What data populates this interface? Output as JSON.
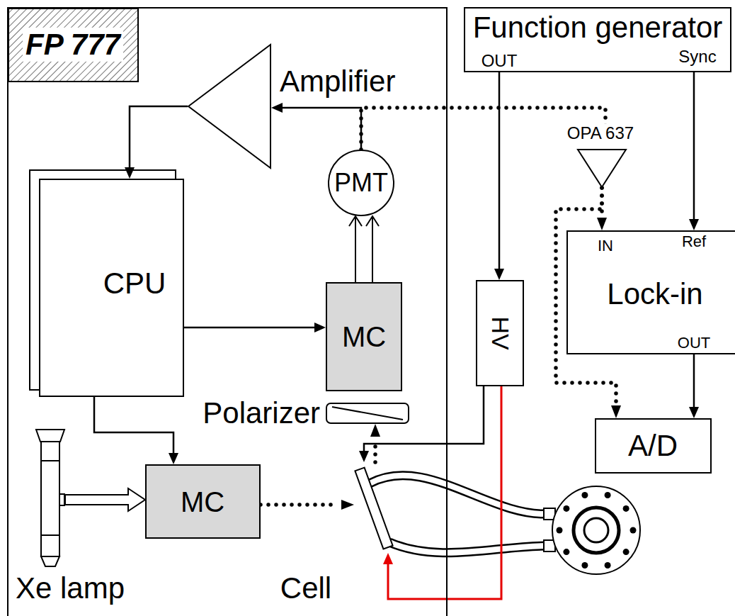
{
  "diagram": {
    "nodes": [
      {
        "text": [
          "FP 777"
        ]
      },
      {
        "text": [
          "Amplifier"
        ],
        "in": 0
      },
      {
        "text": [
          "PMT"
        ],
        "in": 0
      },
      {
        "text": [
          "CPU"
        ],
        "in": 0
      },
      {
        "text": [
          "MC"
        ],
        "in": 0
      },
      {
        "text": [
          "Polarizer"
        ],
        "in": 0
      },
      {
        "text": [
          "Xe lamp"
        ],
        "in": 0
      },
      {
        "text": [
          "MC"
        ],
        "in": 0
      },
      {
        "text": [
          "Cell"
        ],
        "in": 0
      },
      {
        "text": [
          "Function generator"
        ]
      },
      {
        "text": [
          "OPA 637"
        ]
      },
      {
        "text": [
          "Lock-in"
        ]
      },
      {
        "text": [
          "HV"
        ]
      },
      {
        "text": [
          "A/D"
        ]
      }
    ],
    "edges": [
      {
        "from": 2,
        "to": 1,
        "arrow": "to"
      },
      {
        "from": 1,
        "to": 3,
        "arrow": "to"
      },
      {
        "from": 3,
        "to": 4,
        "arrow": "to"
      },
      {
        "from": 3,
        "to": 7,
        "arrow": "to"
      },
      {
        "from": 4,
        "to": 2,
        "arrow": "to"
      },
      {
        "from": 6,
        "to": 7,
        "arrow": "to"
      },
      {
        "from": 7,
        "to": 8,
        "arrow": "to"
      },
      {
        "from": 8,
        "to": 5,
        "arrow": "to"
      },
      {
        "from": 9,
        "to": 12,
        "arrow": "to"
      },
      {
        "from": 9,
        "to": 11,
        "arrow": "to"
      },
      {
        "from": 12,
        "to": 8,
        "arrow": "to"
      },
      {
        "from": 12,
        "to": 8,
        "arrow": "to"
      },
      {
        "from": 2,
        "to": 10,
        "arrow": "none"
      },
      {
        "from": 10,
        "to": 11,
        "arrow": "to"
      },
      {
        "from": 10,
        "to": 13,
        "arrow": "to"
      },
      {
        "from": 11,
        "to": 13,
        "arrow": "to"
      }
    ],
    "labels": [
      "OUT",
      "Sync",
      "IN",
      "Ref",
      "OUT"
    ]
  }
}
